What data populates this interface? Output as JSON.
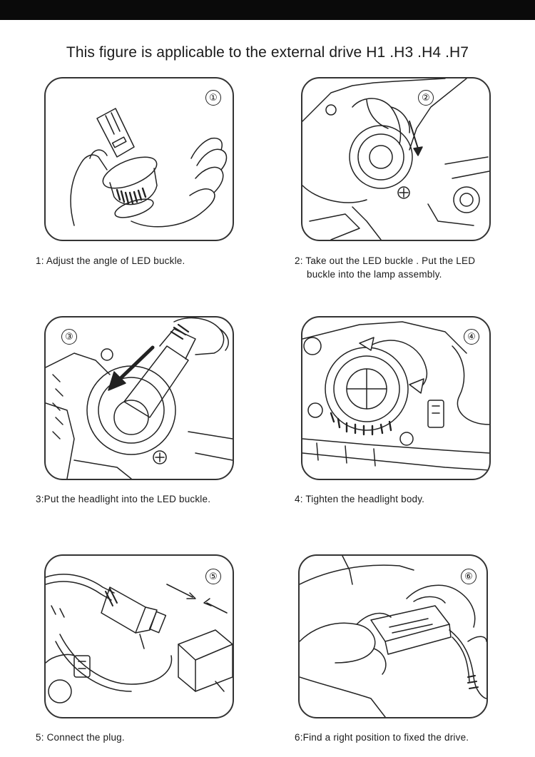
{
  "title": "This figure is applicable to  the external drive  H1 .H3 .H4 .H7",
  "steps": [
    {
      "number": "①",
      "caption": "1: Adjust the angle of LED buckle."
    },
    {
      "number": "②",
      "caption": "2: Take out the LED buckle . Put the LED",
      "caption_cont": "buckle into the lamp assembly."
    },
    {
      "number": "③",
      "caption": "3:Put the headlight into the LED buckle."
    },
    {
      "number": "④",
      "caption": "4: Tighten the headlight body."
    },
    {
      "number": "⑤",
      "caption": "5: Connect the plug."
    },
    {
      "number": "⑥",
      "caption": "6:Find a right position to fixed the drive."
    }
  ]
}
